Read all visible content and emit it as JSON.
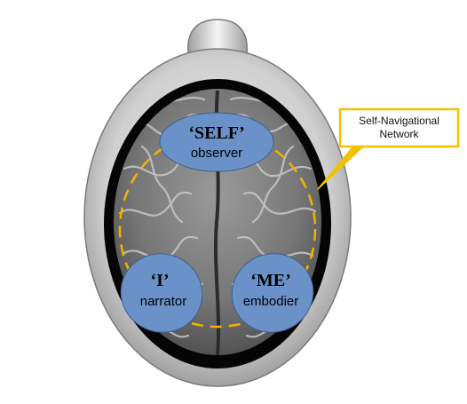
{
  "callout": {
    "line1": "Self-Navigational",
    "line2": "Network",
    "border_color": "#f2c200"
  },
  "nodes": {
    "self": {
      "title": "‘SELF’",
      "subtitle": "observer"
    },
    "i": {
      "title": "‘I’",
      "subtitle": "narrator"
    },
    "me": {
      "title": "‘ME’",
      "subtitle": "embodier"
    }
  },
  "colors": {
    "node_fill": "#6a92c8",
    "node_stroke": "#3f5f8e",
    "network_ring": "#f2b100",
    "head_outer": "#c9c9c9",
    "head_inner": "#000000",
    "brain": "#7d7d7d"
  }
}
